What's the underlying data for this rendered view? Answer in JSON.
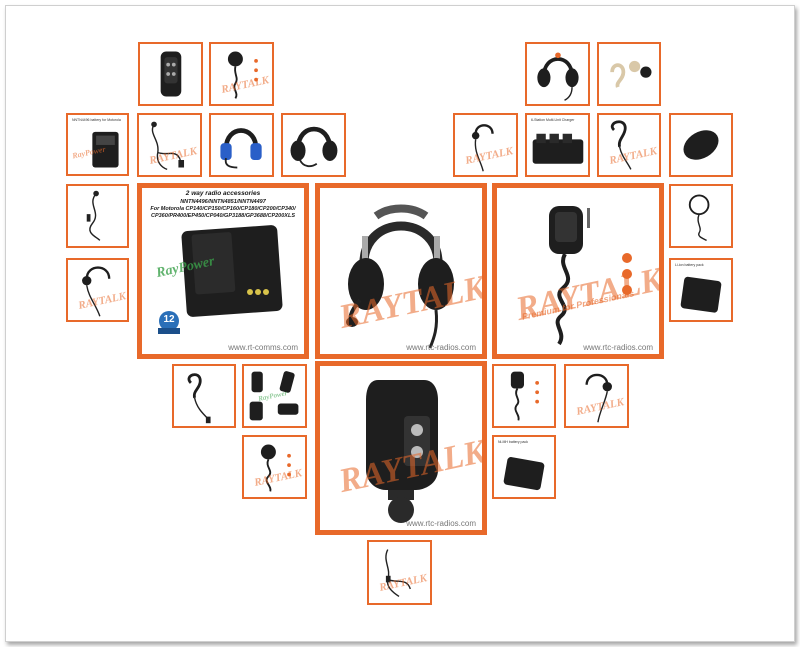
{
  "colors": {
    "frame_orange": "#e8692a",
    "product_black": "#1e1e1e",
    "accent_blue": "#2a5fc8",
    "badge_green": "#3aa14a"
  },
  "watermarks": {
    "raytalk": "RAYTALK"
  },
  "center": {
    "battery": {
      "title": "2 way radio accessories",
      "models_line1": "NNTN4496/NNTN4851/NNTN4497",
      "models_line2": "For Motorola CP140/CP150/CP160/CP180/CP200/CP340/",
      "models_line3": "CP360/PR400/EP450/CP040/GP3188/GP3688/CP200XLS",
      "brand": "RayPower",
      "badge": "12",
      "footer": "www.rt-comms.com"
    },
    "headset": {
      "footer": "www.rtc-radios.com"
    },
    "speaker_mic": {
      "footer": "www.rtc-radios.com",
      "tagline": "Premium for Professionals"
    },
    "adapter": {
      "footer": "www.rtc-radios.com"
    }
  },
  "small": {
    "battery_left_text": "NNTN4496 battery for Motorola",
    "charger_text": "6-Station Multi-Unit Charger",
    "battery_right_text": "Li-ion battery pack",
    "battery_lower_text": "Ni-MH battery pack"
  },
  "icons": [
    "adapter-icon",
    "speaker-mic-icon",
    "surveillance-kit-icon",
    "earpiece-icon",
    "headset-icon",
    "battery-icon",
    "charger-icon",
    "foam-cover-icon"
  ]
}
